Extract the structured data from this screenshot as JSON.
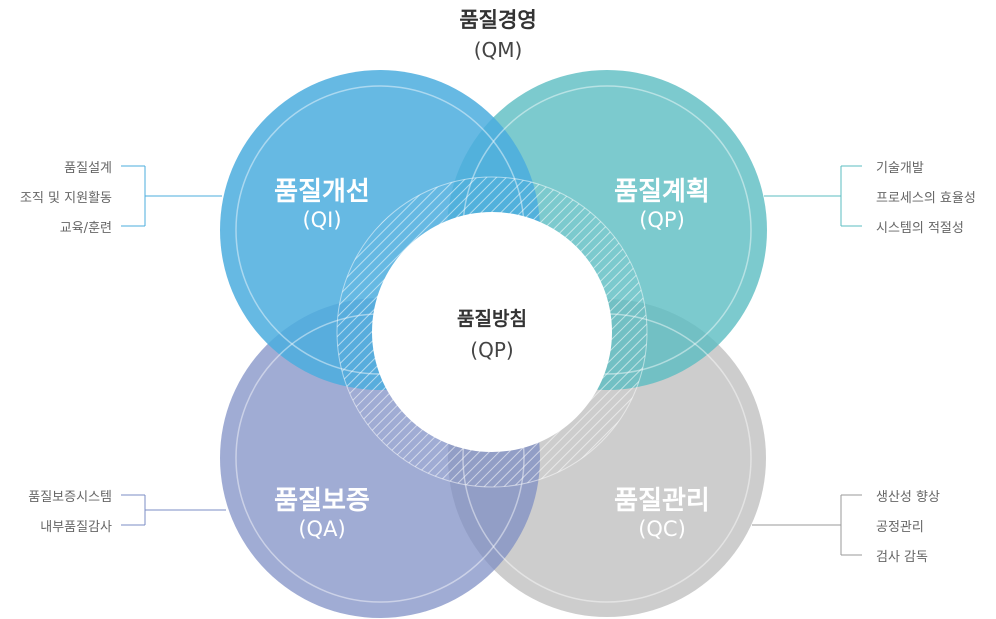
{
  "top": {
    "title": "품질경영",
    "code": "(QM)"
  },
  "center": {
    "title": "품질방침",
    "code": "(QP)"
  },
  "colors": {
    "improvement": "#4badde",
    "planning": "#5bbdc2",
    "assurance": "#7b8cc4",
    "control": "#bcbcbc",
    "connector_blue": "#4badde",
    "connector_teal": "#5bbdc2",
    "connector_indigo": "#7b8cc4",
    "connector_gray": "#9a9a9a"
  },
  "circles": {
    "improvement": {
      "title": "품질개선",
      "code": "(QI)"
    },
    "planning": {
      "title": "품질계획",
      "code": "(QP)"
    },
    "assurance": {
      "title": "품질보증",
      "code": "(QA)"
    },
    "control": {
      "title": "품질관리",
      "code": "(QC)"
    }
  },
  "lists": {
    "improvement": [
      "품질설계",
      "조직 및 지원활동",
      "교육/훈련"
    ],
    "planning": [
      "기술개발",
      "프로세스의 효율성",
      "시스템의 적절성"
    ],
    "assurance": [
      "품질보증시스템",
      "내부품질감사"
    ],
    "control": [
      "생산성 향상",
      "공정관리",
      "검사 감독"
    ]
  }
}
